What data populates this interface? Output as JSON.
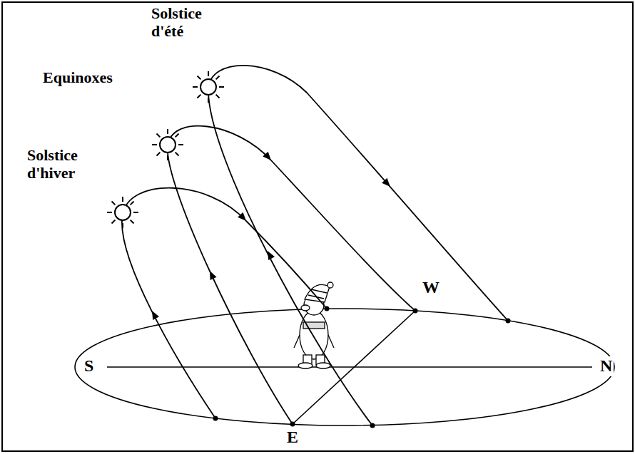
{
  "diagram": {
    "labels": [
      "Solstice d'été",
      "Equinoxes",
      "Solstice d'hiver",
      "S",
      "N",
      "W",
      "E"
    ]
  }
}
